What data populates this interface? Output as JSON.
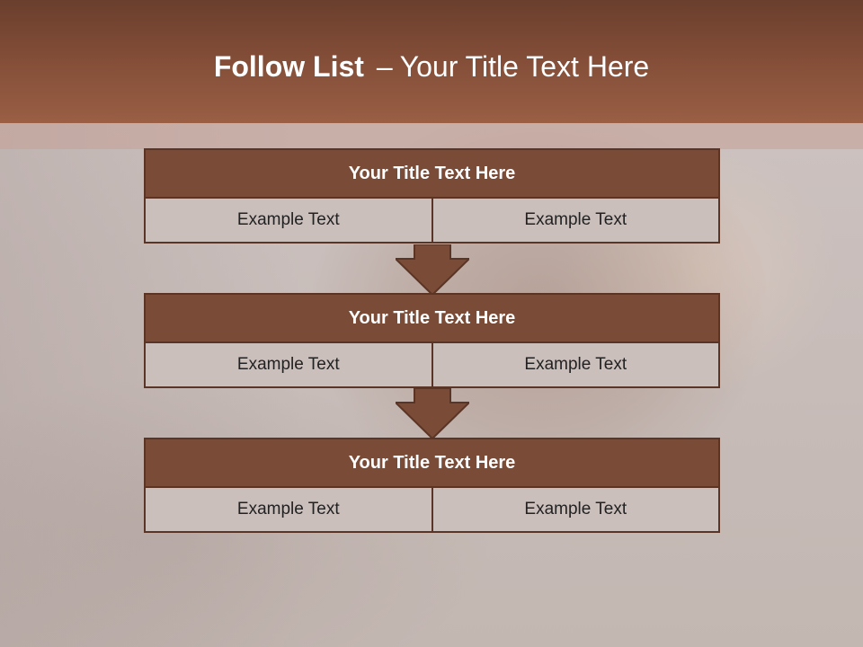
{
  "slide": {
    "title_bold": "Follow List",
    "title_separator": "–",
    "title_rest": "Your Title Text Here"
  },
  "blocks": [
    {
      "title": "Your Title Text Here",
      "left": "Example Text",
      "right": "Example Text"
    },
    {
      "title": "Your Title Text Here",
      "left": "Example Text",
      "right": "Example Text"
    },
    {
      "title": "Your Title Text Here",
      "left": "Example Text",
      "right": "Example Text"
    }
  ],
  "colors": {
    "header": "#844e38",
    "block_header": "#7a4b36",
    "cell_fill": "#cbbfbc",
    "border": "#5a3526"
  }
}
